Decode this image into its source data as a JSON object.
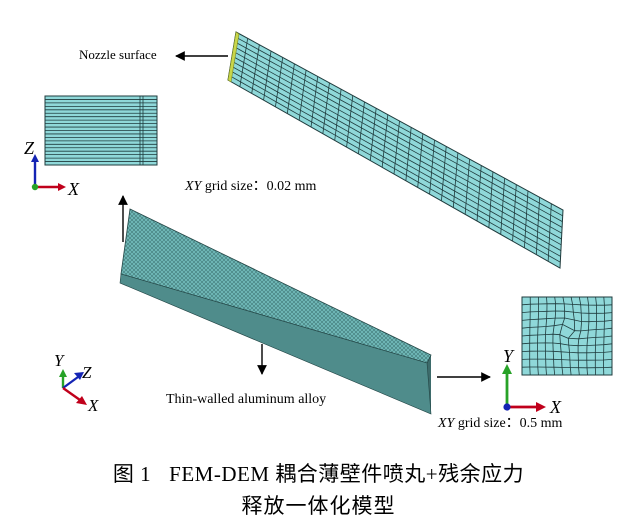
{
  "labels": {
    "nozzle_surface": "Nozzle surface",
    "xy_grid_1_var": "XY",
    "xy_grid_1_text": " grid size：0.02 mm",
    "xy_grid_2_var": "XY",
    "xy_grid_2_text": " grid size：0.5 mm",
    "plate": "Thin-walled aluminum alloy"
  },
  "axes": {
    "top_left": {
      "vertical": "Z",
      "horizontal": "X"
    },
    "bottom_left": {
      "up": "Y",
      "depth": "Z",
      "horizontal": "X"
    },
    "bottom_right": {
      "vertical": "Y",
      "horizontal": "X"
    }
  },
  "caption": {
    "line1_number": "图 1",
    "line1_text": "FEM-DEM 耦合薄壁件喷丸+残余应力",
    "line2_text": "释放一体化模型"
  },
  "colors": {
    "mesh_fill": "#8fd8d9",
    "mesh_line": "#1f3b3d",
    "plate_fill": "#5fa9a8",
    "axis_x": "#c0001b",
    "axis_y": "#27a227",
    "axis_z": "#1424b4"
  }
}
